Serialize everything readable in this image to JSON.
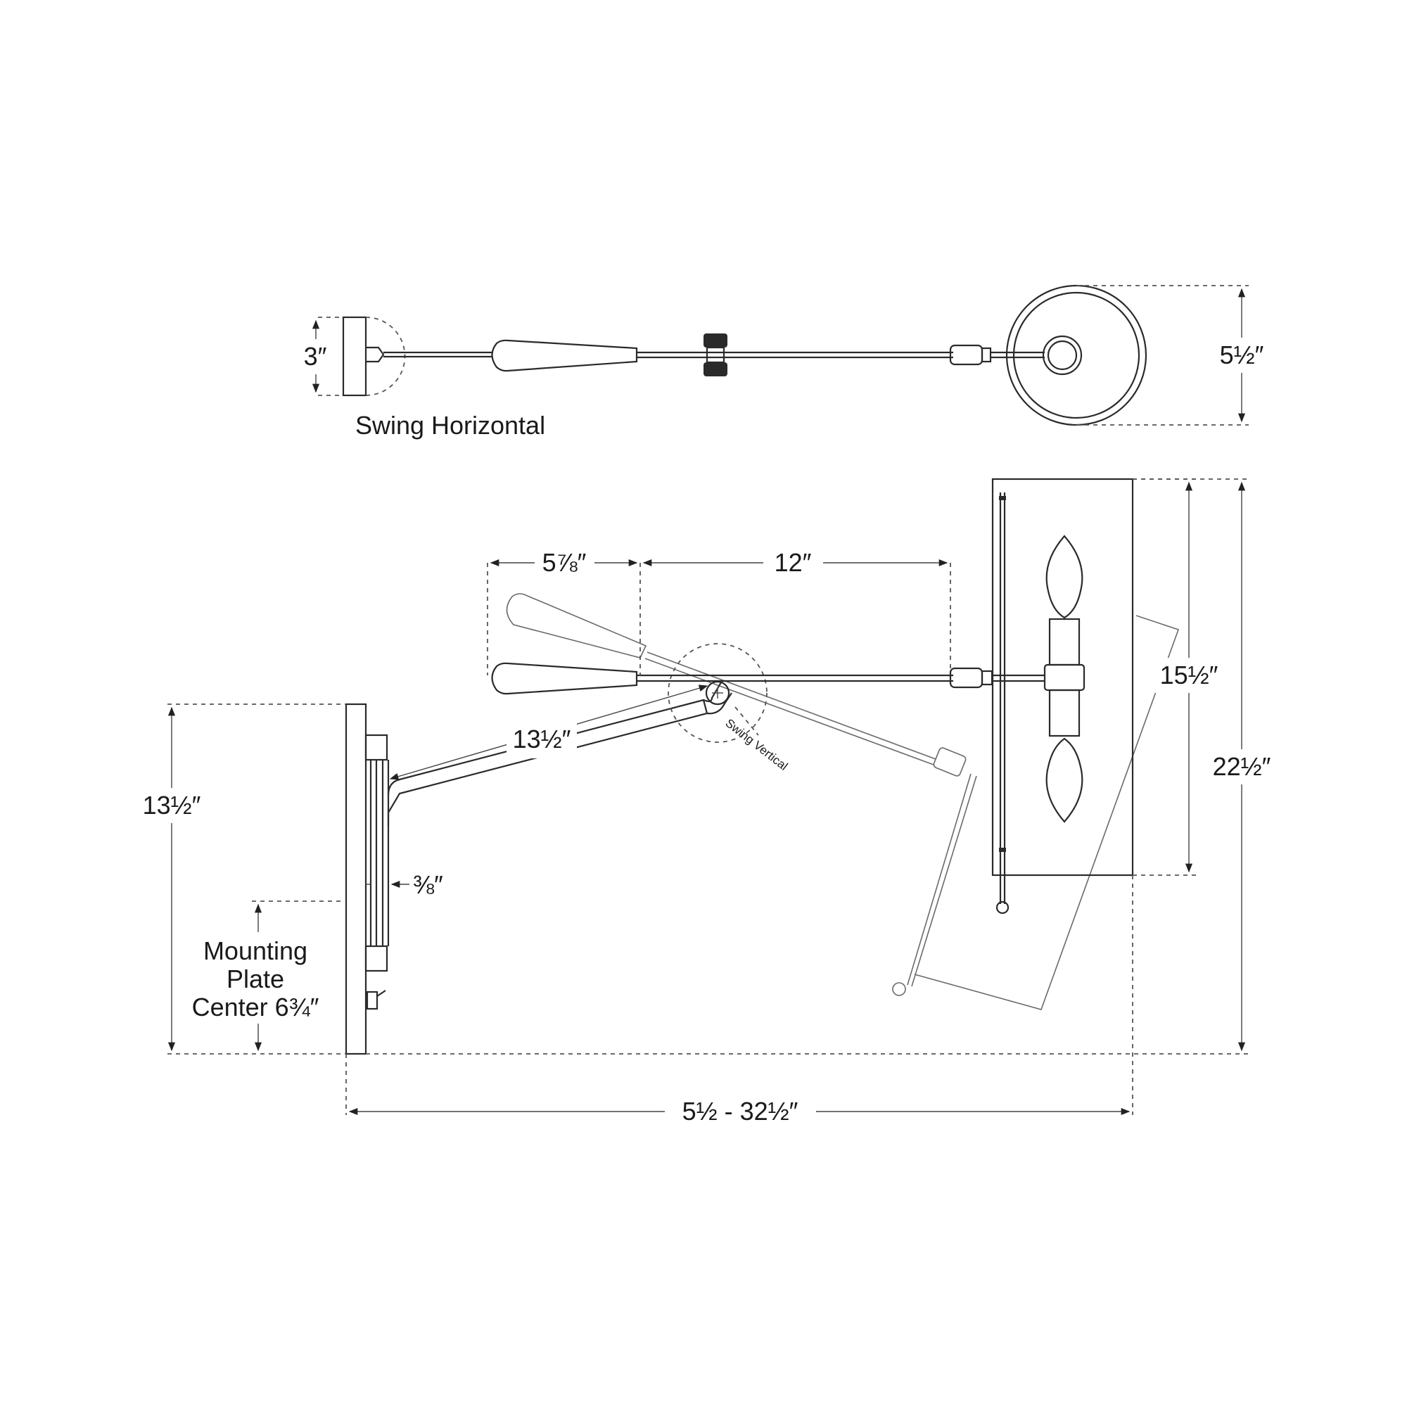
{
  "top_view": {
    "dim_plate_height": "3″",
    "dim_shade_diameter": "5½″",
    "caption": "Swing Horizontal"
  },
  "side_view": {
    "dim_counterweight": "5⅞″",
    "dim_upper_arm": "12″",
    "dim_lower_arm": "13½″",
    "dim_backplate_height": "13½″",
    "dim_shade_height": "15½″",
    "dim_overall_height": "22½″",
    "dim_offset": "⅜″",
    "mounting_label": [
      "Mounting",
      "Plate",
      "Center 6¾″"
    ],
    "pivot_label": "Swing Vertical",
    "dim_extension": "5½ - 32½″"
  }
}
